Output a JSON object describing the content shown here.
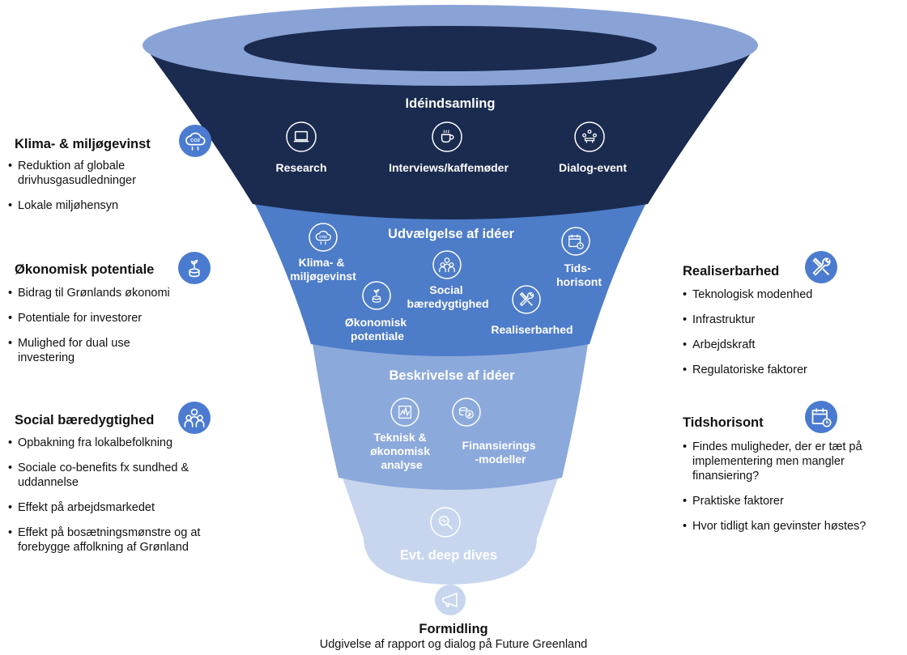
{
  "funnel": {
    "stage1": {
      "title": "Idéindsamling",
      "items": [
        "Research",
        "Interviews/kaffemøder",
        "Dialog-event"
      ]
    },
    "stage2": {
      "title": "Udvælgelse af idéer",
      "criteria": [
        [
          "Klima- &",
          "miljøgevinst"
        ],
        [
          "Social",
          "bæredygtighed"
        ],
        [
          "Tids-",
          "horisont"
        ],
        [
          "Økonomisk",
          "potentiale"
        ],
        [
          "Realiserbarhed"
        ]
      ]
    },
    "stage3": {
      "title": "Beskrivelse af idéer",
      "items": [
        [
          "Teknisk &",
          "økonomisk",
          "analyse"
        ],
        [
          "Finansierings",
          "-modeller"
        ]
      ]
    },
    "stage4": {
      "title": "Evt. deep dives"
    }
  },
  "left_panels": [
    {
      "title": "Klima- & miljøgevinst",
      "icon": "co2-cloud-icon",
      "bullets": [
        "Reduktion af globale drivhusgasudledninger",
        "Lokale miljøhensyn"
      ]
    },
    {
      "title": "Økonomisk potentiale",
      "icon": "coin-plant-icon",
      "bullets": [
        "Bidrag til Grønlands økonomi",
        "Potentiale for investorer",
        "Mulighed for dual use investering"
      ]
    },
    {
      "title": "Social bæredygtighed",
      "icon": "people-group-icon",
      "bullets": [
        "Opbakning fra lokalbefolkning",
        "Sociale co-benefits fx sundhed & uddannelse",
        "Effekt på arbejdsmarkedet",
        "Effekt på bosætningsmønstre og at forebygge affolkning af Grønland"
      ]
    }
  ],
  "right_panels": [
    {
      "title": "Realiserbarhed",
      "icon": "tools-icon",
      "bullets": [
        "Teknologisk modenhed",
        "Infrastruktur",
        "Arbejdskraft",
        "Regulatoriske faktorer"
      ]
    },
    {
      "title": "Tidshorisont",
      "icon": "calendar-clock-icon",
      "bullets": [
        "Findes muligheder, der er tæt på implementering men mangler finansiering?",
        "Praktiske faktorer",
        "Hvor tidligt kan gevinster høstes?"
      ]
    }
  ],
  "outro": {
    "icon": "megaphone-icon",
    "title": "Formidling",
    "subtitle": "Udgivelse af rapport og dialog på Future Greenland"
  },
  "colors": {
    "stage1": "#1a2b4f",
    "stage2": "#4d7cc8",
    "stage3": "#8ca9dc",
    "stage4": "#c7d6ee",
    "rim": "#8aa3d6",
    "badge": "#4a7bd0"
  }
}
